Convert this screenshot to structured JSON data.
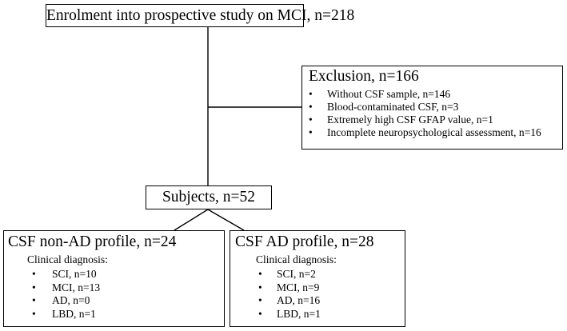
{
  "enrolment": {
    "label": "Enrolment into prospective study on MCI, n=218"
  },
  "exclusion": {
    "title": "Exclusion, n=166",
    "items": [
      "Without CSF sample, n=146",
      "Blood-contaminated CSF, n=3",
      "Extremely high CSF GFAP value, n=1",
      "Incomplete neuropsychological assessment, n=16"
    ]
  },
  "subjects": {
    "label": "Subjects, n=52"
  },
  "non_ad": {
    "title": "CSF non-AD profile, n=24",
    "subtitle": "Clinical diagnosis:",
    "items": [
      "SCI, n=10",
      "MCI, n=13",
      "AD, n=0",
      "LBD, n=1"
    ]
  },
  "ad": {
    "title": "CSF AD profile, n=28",
    "subtitle": "Clinical diagnosis:",
    "items": [
      "SCI, n=2",
      "MCI, n=9",
      "AD, n=16",
      "LBD, n=1"
    ]
  },
  "bullet_symbol": "•"
}
